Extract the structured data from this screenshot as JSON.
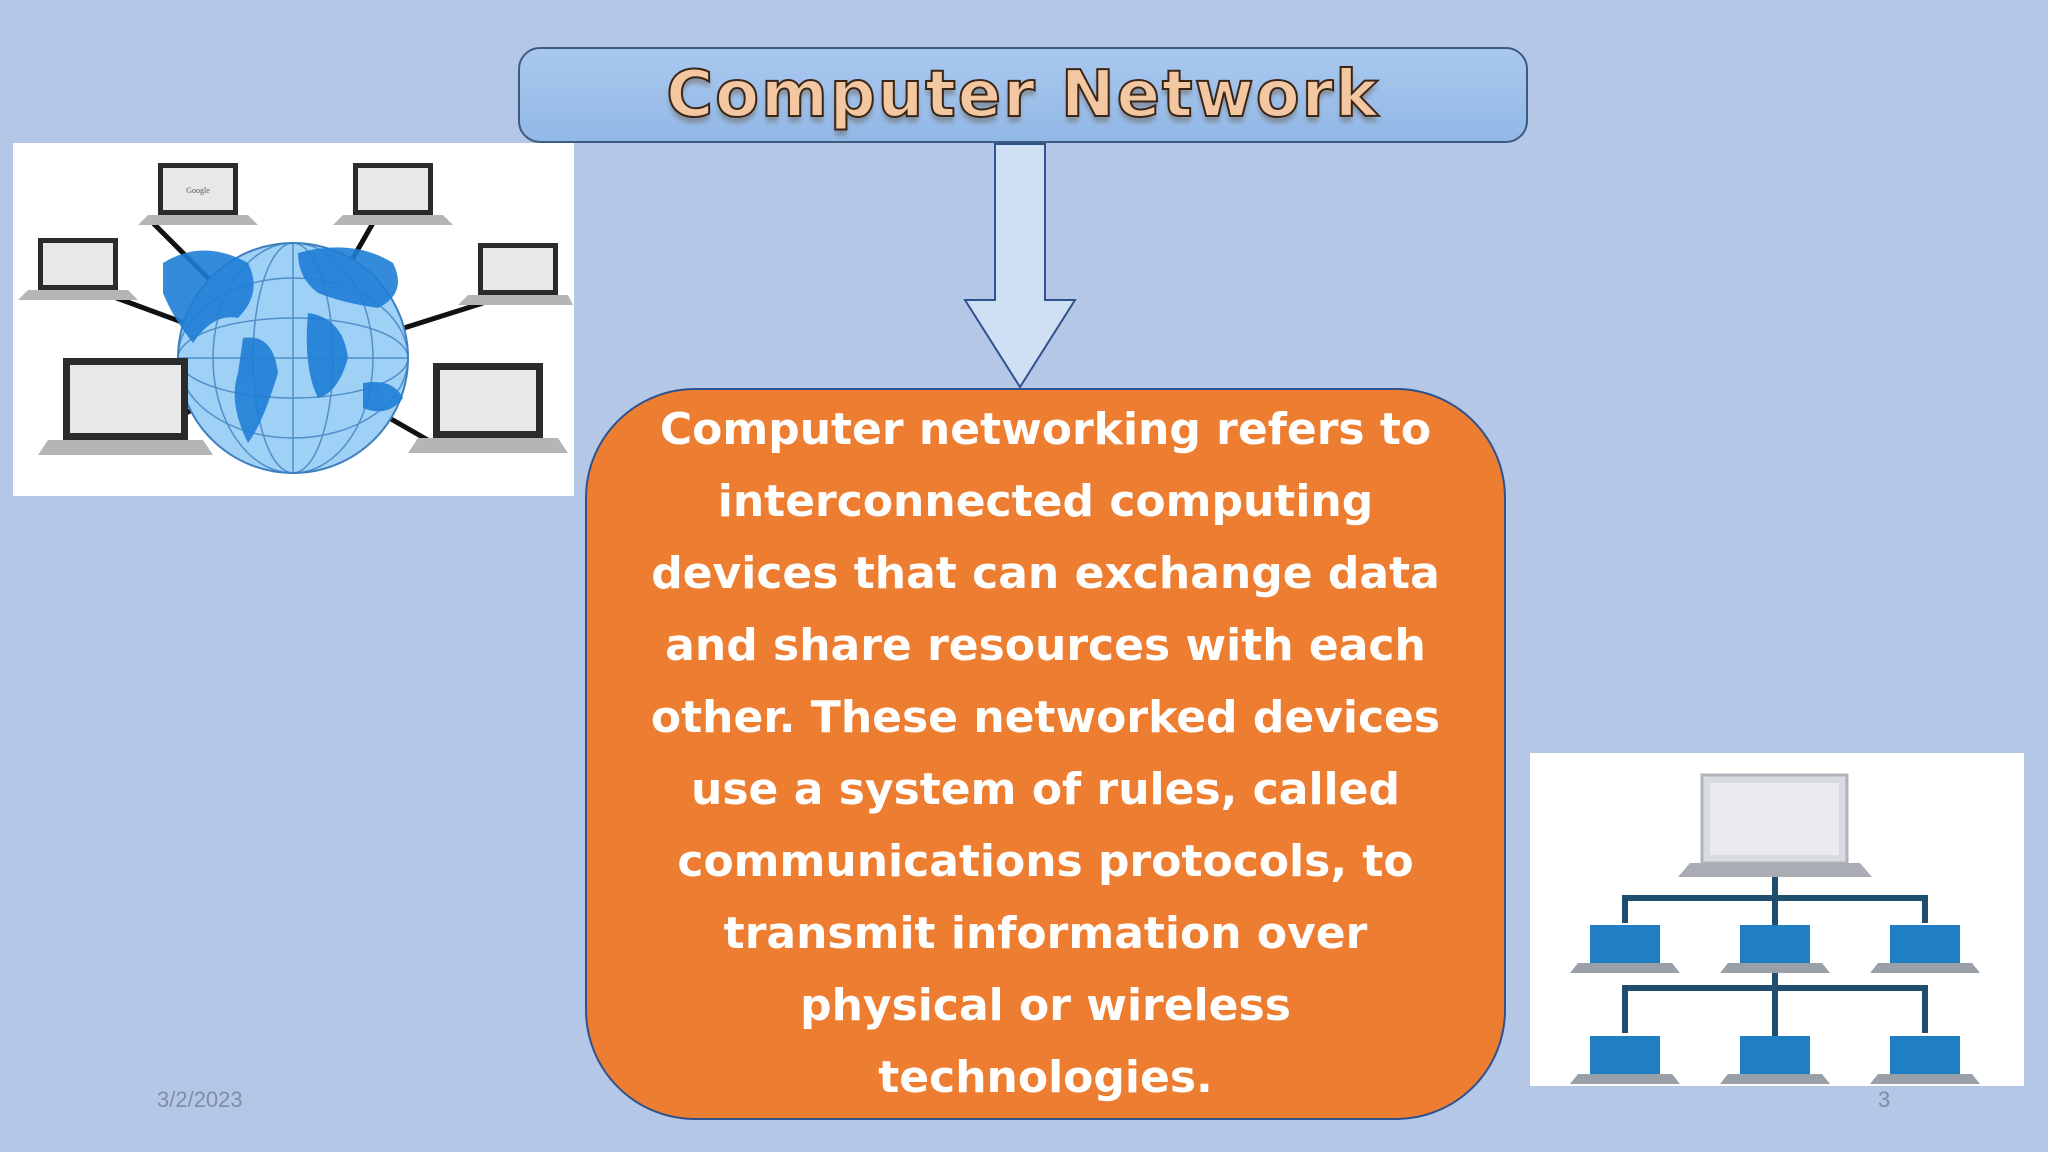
{
  "slide": {
    "title": "Computer Network",
    "definition": "Computer networking refers to interconnected computing devices that can exchange data and share resources with each other. These networked devices use a system of rules, called communications protocols, to transmit information over physical or wireless technologies.",
    "date": "3/2/2023",
    "slide_number": "3"
  },
  "images": {
    "globe_laptop_screen_label": "Google"
  },
  "colors": {
    "background": "#b4c7e7",
    "title_fill": "#9dc3e6",
    "definition_fill": "#ed7d31",
    "definition_text": "#ffffff"
  }
}
